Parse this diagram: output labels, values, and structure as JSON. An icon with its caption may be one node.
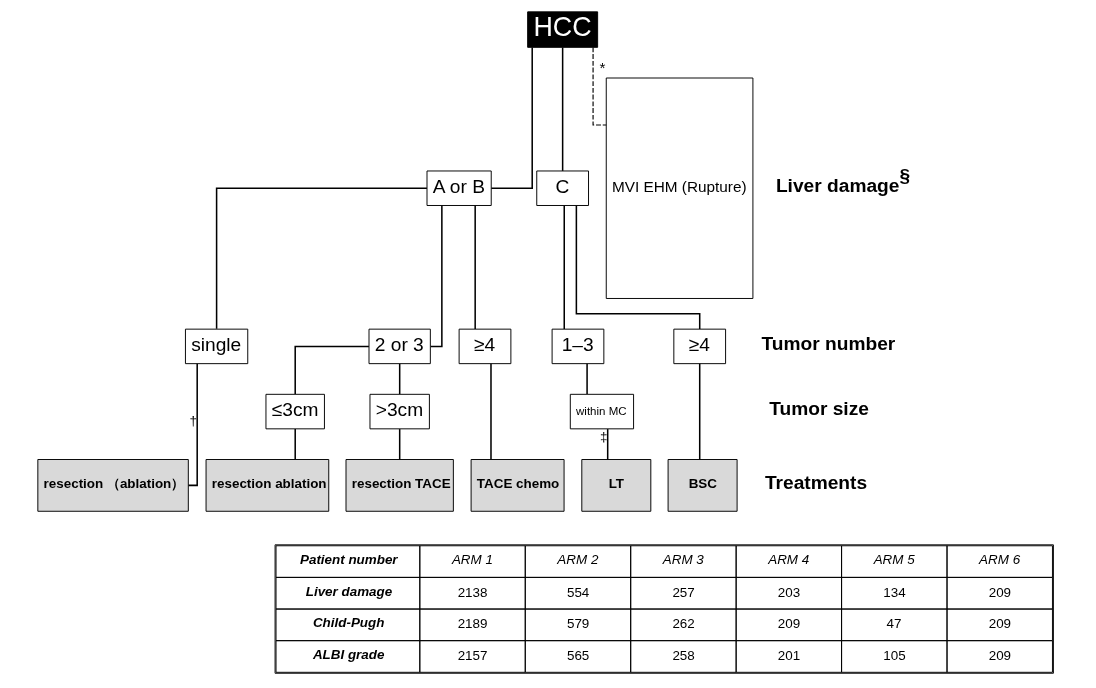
{
  "diagram": {
    "nodes": [
      {
        "text": [
          "HCC"
        ]
      },
      {
        "text": [
          "A or B"
        ]
      },
      {
        "text": [
          "C"
        ]
      },
      {
        "text": [
          "MVI EHM (Rupture)"
        ],
        "beside": [
          "*"
        ]
      },
      {
        "text": [
          "single"
        ]
      },
      {
        "text": [
          "2 or 3"
        ]
      },
      {
        "text": [
          "≥4"
        ]
      },
      {
        "text": [
          "1–3"
        ]
      },
      {
        "text": [
          "≥4"
        ]
      },
      {
        "text": [
          "≤3cm"
        ]
      },
      {
        "text": [
          ">3cm"
        ]
      },
      {
        "text": [
          "within MC"
        ]
      },
      {
        "text": [
          "resection （ablation）"
        ]
      },
      {
        "text": [
          "resection ablation"
        ]
      },
      {
        "text": [
          "resection TACE"
        ]
      },
      {
        "text": [
          "TACE chemo"
        ]
      },
      {
        "text": [
          "LT"
        ]
      },
      {
        "text": [
          "BSC"
        ]
      }
    ],
    "edges": [
      {
        "from": 0,
        "to": 1,
        "arrow": "none"
      },
      {
        "from": 0,
        "to": 2,
        "arrow": "none"
      },
      {
        "from": 0,
        "to": 3,
        "arrow": "none",
        "style": "dashed"
      },
      {
        "from": 1,
        "to": 4,
        "arrow": "none"
      },
      {
        "from": 1,
        "to": 5,
        "arrow": "none"
      },
      {
        "from": 1,
        "to": 6,
        "arrow": "none"
      },
      {
        "from": 2,
        "to": 7,
        "arrow": "none"
      },
      {
        "from": 2,
        "to": 8,
        "arrow": "none"
      },
      {
        "from": 5,
        "to": 9,
        "arrow": "none"
      },
      {
        "from": 5,
        "to": 10,
        "arrow": "none"
      },
      {
        "from": 7,
        "to": 11,
        "arrow": "none"
      },
      {
        "from": 4,
        "to": 12,
        "arrow": "none",
        "label": "†"
      },
      {
        "from": 9,
        "to": 13,
        "arrow": "none"
      },
      {
        "from": 10,
        "to": 14,
        "arrow": "none"
      },
      {
        "from": 6,
        "to": 15,
        "arrow": "none"
      },
      {
        "from": 11,
        "to": 16,
        "arrow": "none",
        "label": "‡"
      },
      {
        "from": 8,
        "to": 17,
        "arrow": "none"
      }
    ],
    "labels": [
      "Liver damage$^{§}$",
      "Tumor number",
      "Tumor size",
      "Treatments",
      "Patient number",
      "ARM 1",
      "ARM 2",
      "ARM 3",
      "ARM 4",
      "ARM 5",
      "ARM 6",
      "Liver damage",
      "2138",
      "554",
      "257",
      "203",
      "134",
      "209",
      "Child-Pugh",
      "2189",
      "579",
      "262",
      "209",
      "47",
      "209",
      "ALBI grade",
      "2157",
      "565",
      "258",
      "201",
      "105",
      "209"
    ]
  }
}
